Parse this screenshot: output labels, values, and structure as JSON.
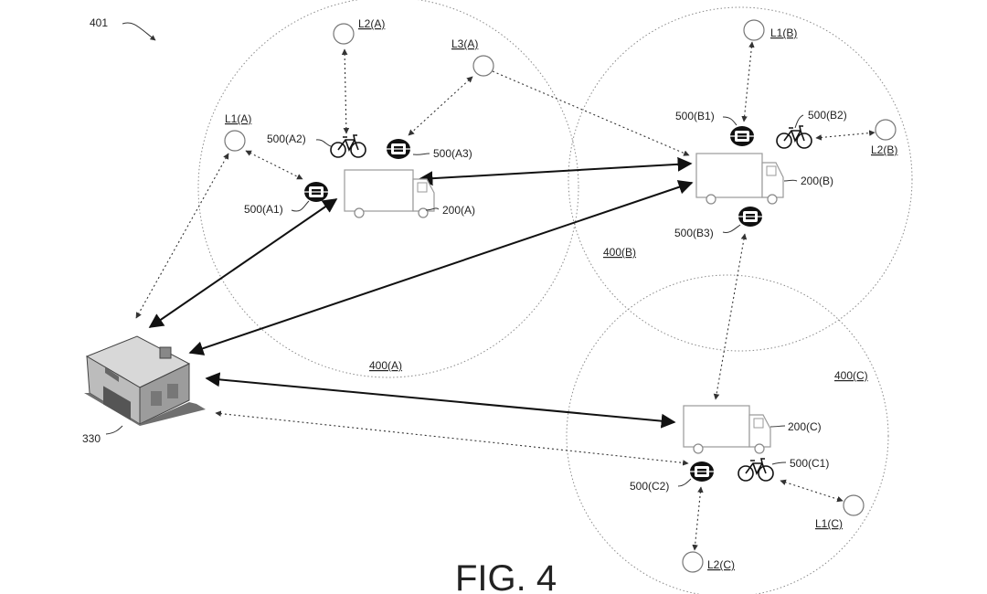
{
  "figure_label": "FIG. 4",
  "figure_ref": "401",
  "zones": [
    {
      "label": "400(A)"
    },
    {
      "label": "400(B)"
    },
    {
      "label": "400(C)"
    }
  ],
  "warehouse": {
    "label": "330"
  },
  "trucks": [
    {
      "label": "200(A)"
    },
    {
      "label": "200(B)"
    },
    {
      "label": "200(C)"
    }
  ],
  "robots": [
    {
      "label": "500(A1)"
    },
    {
      "label": "500(A3)"
    },
    {
      "label": "500(B1)"
    },
    {
      "label": "500(B3)"
    },
    {
      "label": "500(C2)"
    }
  ],
  "bikes": [
    {
      "label": "500(A2)"
    },
    {
      "label": "500(B2)"
    },
    {
      "label": "500(C1)"
    }
  ],
  "locations": [
    {
      "label": "L1(A)"
    },
    {
      "label": "L2(A)"
    },
    {
      "label": "L3(A)"
    },
    {
      "label": "L1(B)"
    },
    {
      "label": "L2(B)"
    },
    {
      "label": "L1(C)"
    },
    {
      "label": "L2(C)"
    }
  ]
}
